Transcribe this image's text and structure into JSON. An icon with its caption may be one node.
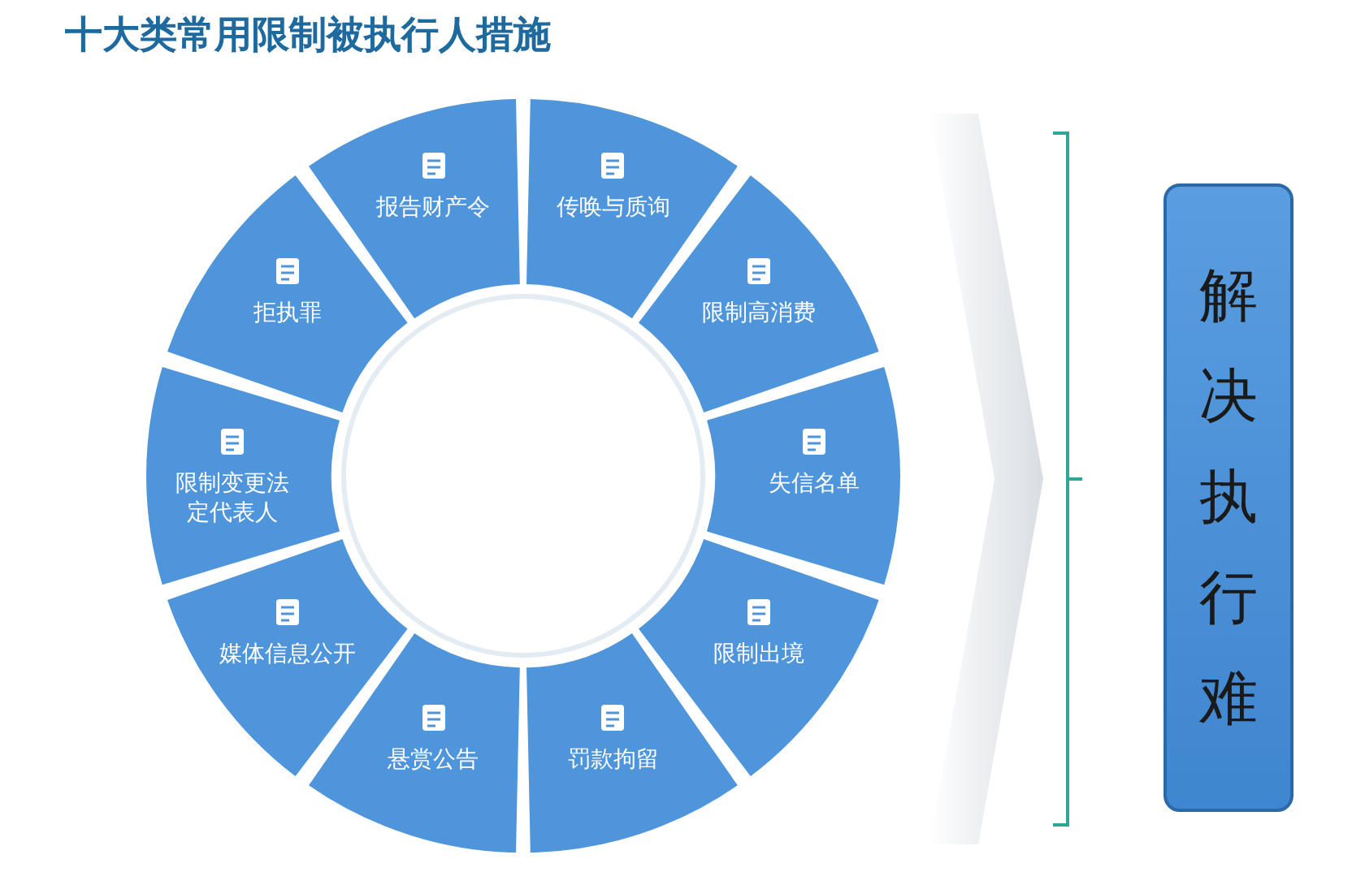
{
  "diagram": {
    "title": "十大类常用限制被执行人措施",
    "nodes": [
      {
        "text": [
          "报告财产令"
        ]
      },
      {
        "text": [
          "传唤与质询"
        ]
      },
      {
        "text": [
          "限制高消费"
        ]
      },
      {
        "text": [
          "失信名单"
        ]
      },
      {
        "text": [
          "限制出境"
        ]
      },
      {
        "text": [
          "罚款拘留"
        ]
      },
      {
        "text": [
          "悬赏公告"
        ]
      },
      {
        "text": [
          "媒体信息公开"
        ]
      },
      {
        "text": [
          "限制变更法定代表人"
        ]
      },
      {
        "text": [
          "拒执罪"
        ]
      },
      {
        "text": [
          "解决执行难"
        ]
      },
      {
        "text": [],
        "shape": "circle"
      }
    ],
    "edges": []
  }
}
